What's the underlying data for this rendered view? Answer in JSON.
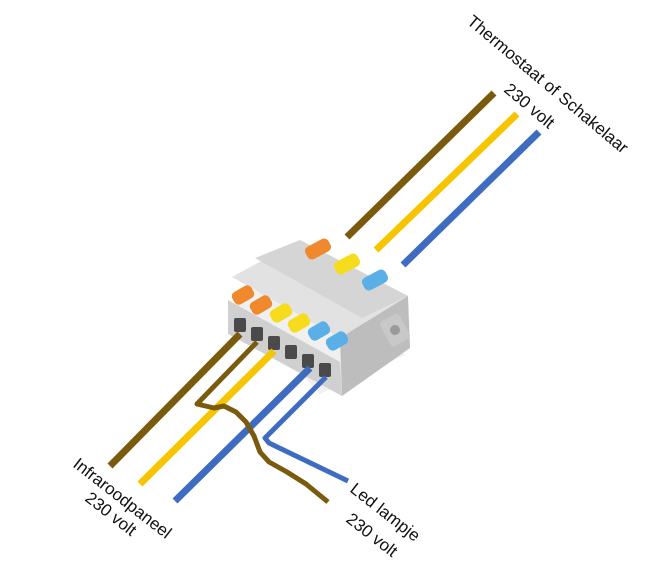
{
  "labels": {
    "thermostat_line1": "Thermostaat of Schakelaar",
    "thermostat_line2": "230 volt",
    "infrared_line1": "Infraroodpaneel",
    "infrared_line2": "230 volt",
    "led_line1": "Led lampje",
    "led_line2": "230 volt"
  },
  "colors": {
    "brown": "#7a5a0c",
    "yellow": "#f7c400",
    "blue": "#3e6cc0",
    "lever_orange": "#f0892e",
    "lever_yellow": "#f7dc1e",
    "lever_blue": "#5ab0e6",
    "housing_grey": "#d7d7d7"
  }
}
